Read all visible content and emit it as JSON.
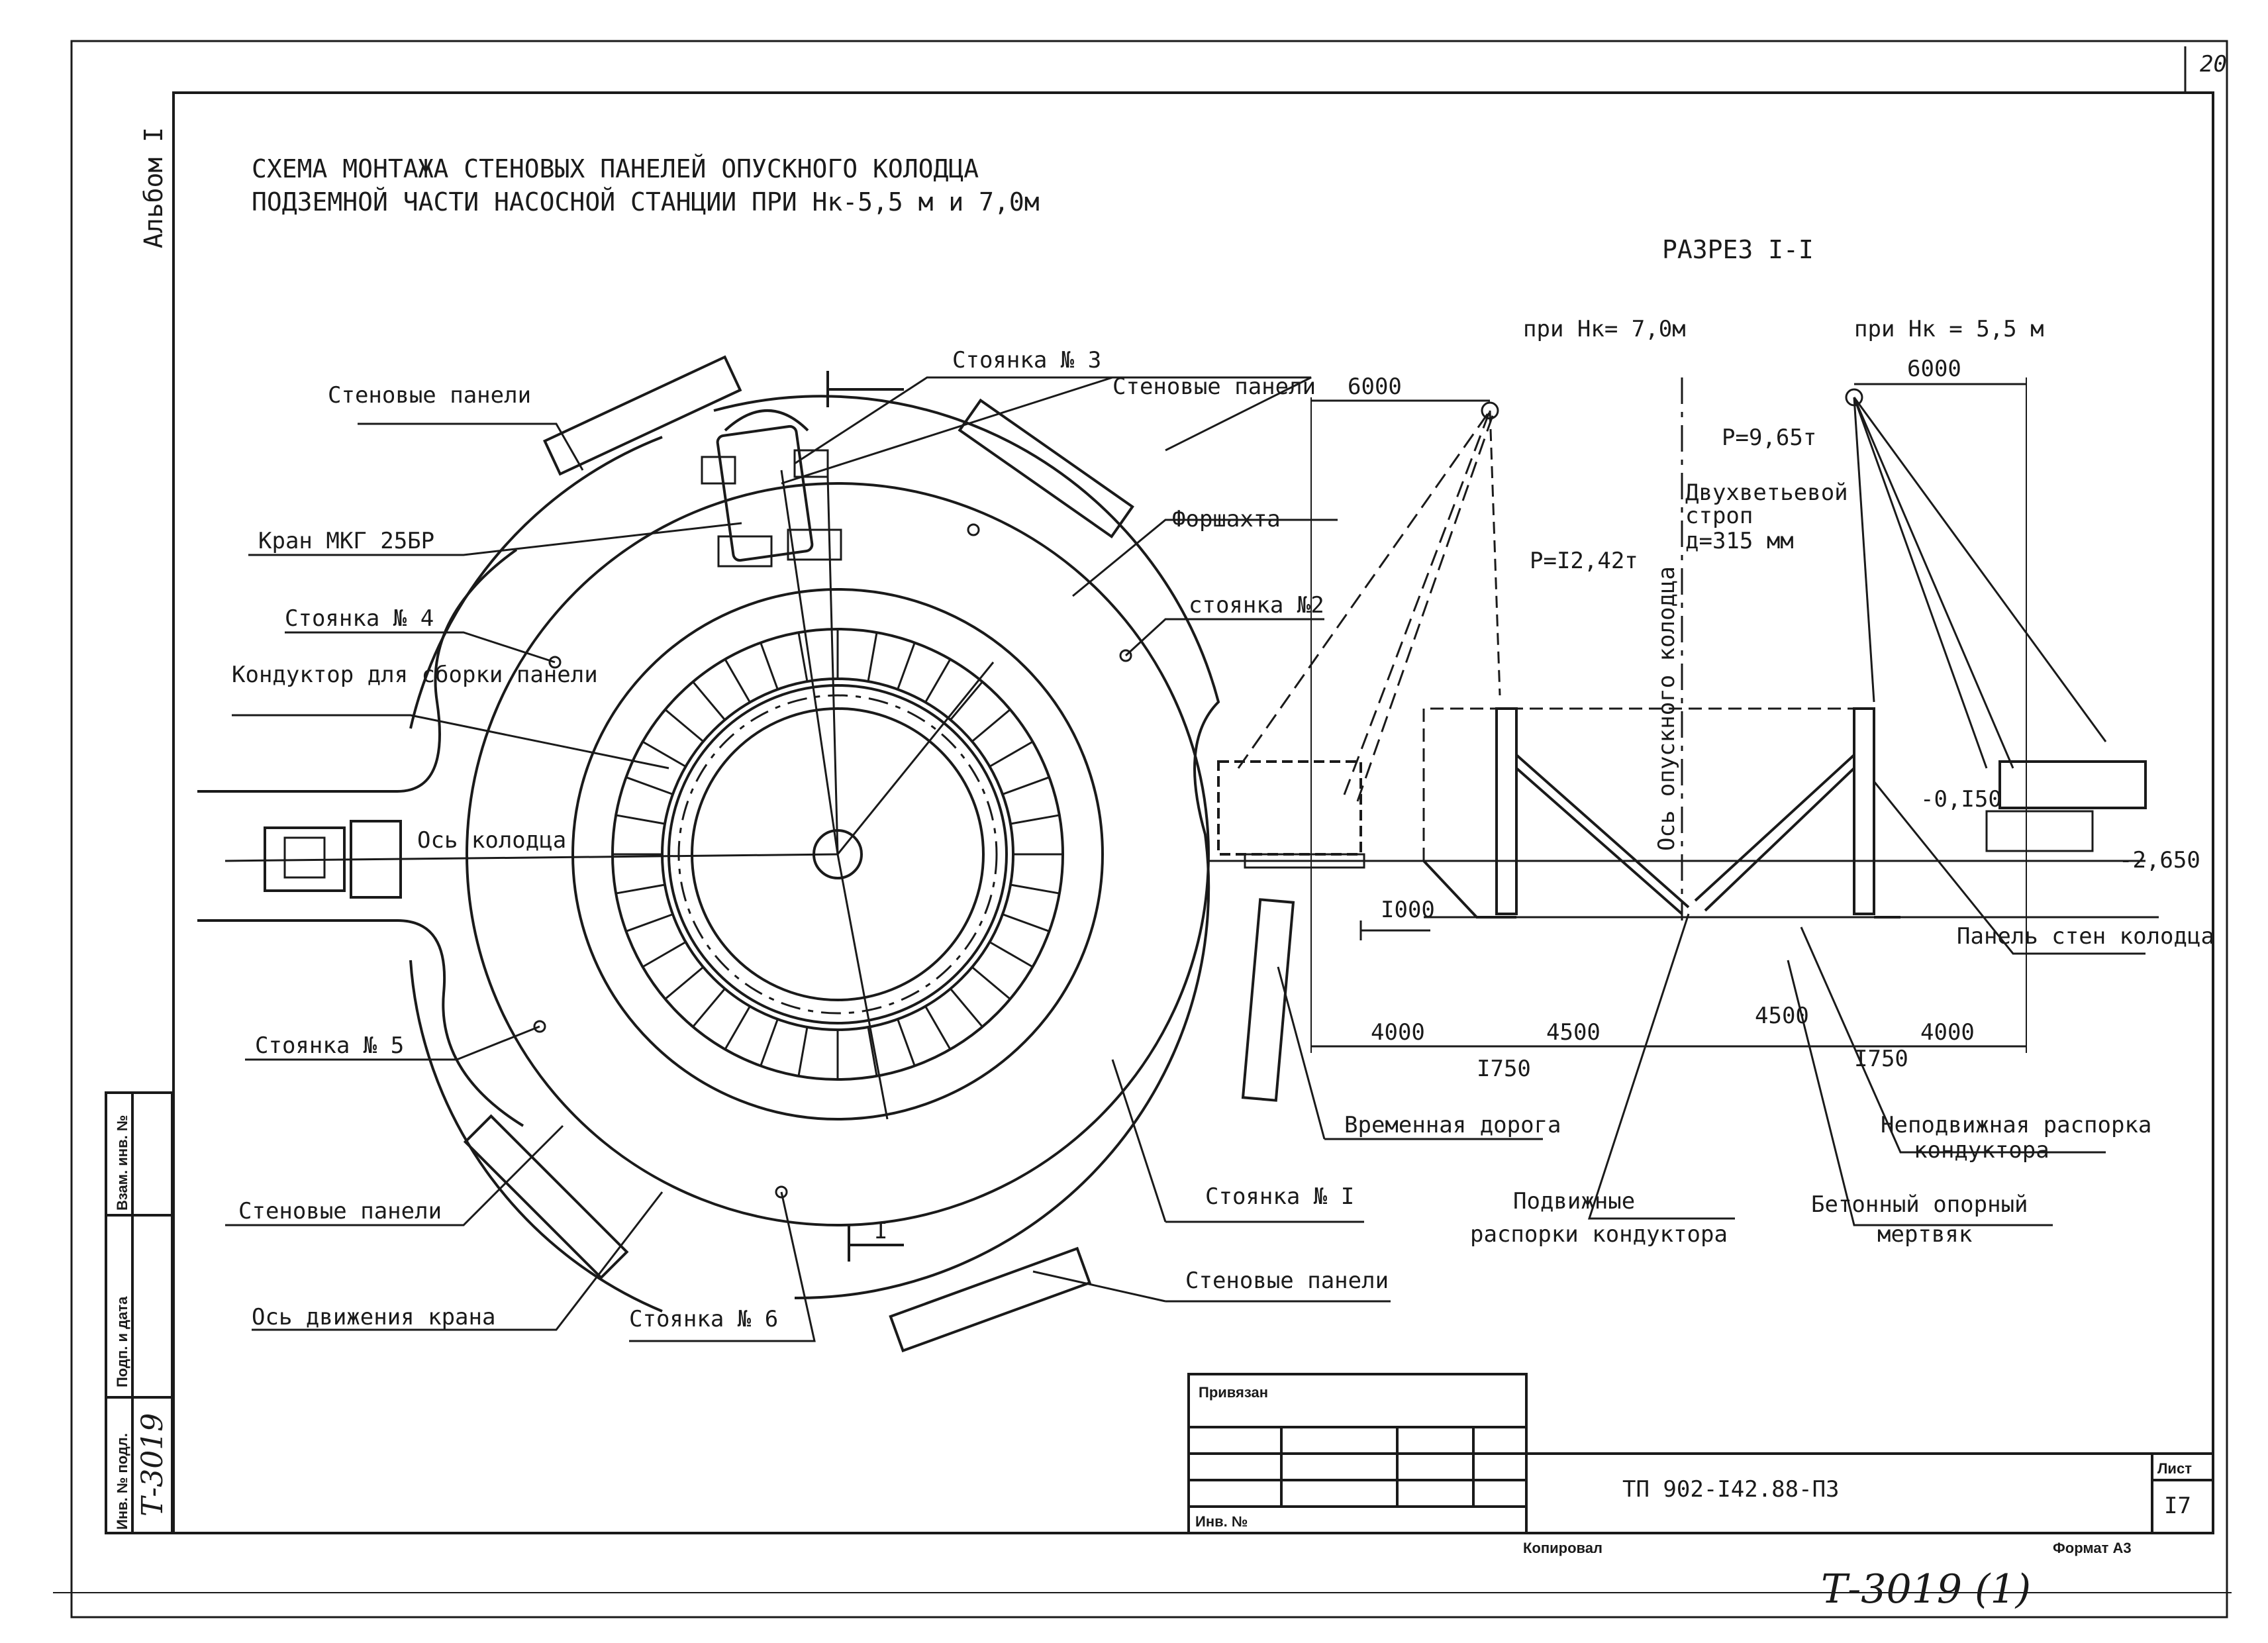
{
  "sheet_number_corner": "20",
  "album": "Альбом I",
  "title": {
    "line1": "СХЕМА МОНТАЖА СТЕНОВЫХ ПАНЕЛЕЙ ОПУСКНОГО КОЛОДЦА",
    "line2": "ПОДЗЕМНОЙ ЧАСТИ НАСОСНОЙ СТАНЦИИ ПРИ Нк-5,5 м и 7,0м"
  },
  "section": {
    "title": "РАЗРЕЗ I-I",
    "left_case": "при Нк= 7,0м",
    "right_case": "при Нк = 5,5 м"
  },
  "plan_labels": {
    "wall_panels_top_left": "Стеновые панели",
    "parking_3": "Стоянка № 3",
    "wall_panels_top_right": "Стеновые панели",
    "crane": "Кран МКГ 25БР",
    "forshakhta": "Форшахта",
    "parking_4": "Стоянка № 4",
    "parking_2": "стоянка №2",
    "conductor": "Кондуктор для сборки панели",
    "well_axis": "Ось колодца",
    "parking_5": "Стоянка № 5",
    "wall_panels_bottom_left": "Стеновые панели",
    "crane_axis": "Ось движения крана",
    "parking_6": "Стоянка № 6",
    "parking_1": "Стоянка № I",
    "wall_panels_bottom": "Стеновые панели",
    "temp_road": "Временная дорога",
    "section_mark": "I"
  },
  "section_labels": {
    "dim_6000_left": "6000",
    "dim_6000_right": "6000",
    "load_left": "Р=I2,42т",
    "load_right": "Р=9,65т",
    "sling_line1": "Двухветьевой",
    "sling_line2": "строп",
    "sling_line3": "д=315 мм",
    "well_axis_vertical": "Ось опускного колодца",
    "elev_top": "-0,I50",
    "elev_bottom": "-2,650",
    "dim_1000": "I000",
    "dim_4000_left": "4000",
    "dim_4500_left": "4500",
    "dim_4500_right": "4500",
    "dim_4000_right": "4000",
    "dim_1750_left": "I750",
    "dim_1750_right": "I750",
    "wall_panel": "Панель стен колодца",
    "fixed_strut_line1": "Неподвижная распорка",
    "fixed_strut_line2": "кондуктора",
    "movable_strut_line1": "Подвижные",
    "movable_strut_line2": "распорки кондуктора",
    "concrete_line1": "Бетонный опорный",
    "concrete_line2": "мертвяк"
  },
  "stamp": {
    "privyazan": "Привязан",
    "inv_no": "Инв. №",
    "doc_code": "ТП 902-I42.88-ПЗ",
    "list_label": "Лист",
    "list_value": "I7",
    "copied": "Копировал",
    "format": "Формат А3"
  },
  "side_stamp": {
    "inv_podl": "Инв. № подл.",
    "podp_data": "Подп. и дата",
    "vzam_inv": "Взам. инв. №",
    "inv_value": "Т-3019"
  },
  "bottom_handwritten": "Т-3019 (1)"
}
